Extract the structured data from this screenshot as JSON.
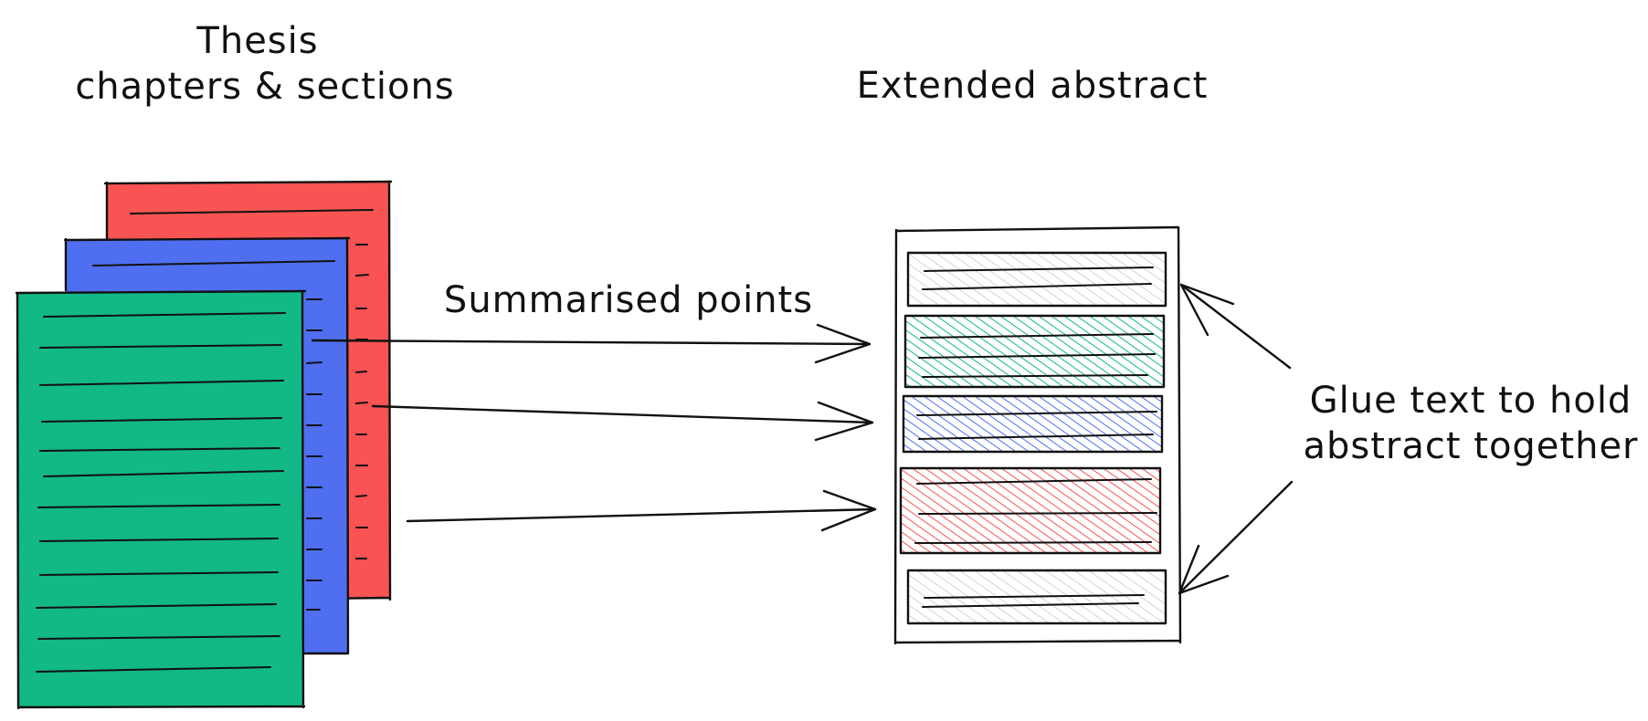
{
  "labels": {
    "thesis_line1": "Thesis",
    "thesis_line2": "chapters & sections",
    "extended_abstract": "Extended abstract",
    "summarised_points": "Summarised points",
    "glue_line1": "Glue text to hold",
    "glue_line2": "abstract together"
  },
  "colors": {
    "red": "#f95353",
    "blue": "#4f6ff0",
    "green": "#12b886",
    "grey": "#cfd4dc",
    "ink": "#111111"
  },
  "abstract_blocks": [
    {
      "name": "glue-block-top",
      "color": "grey"
    },
    {
      "name": "summary-block-green",
      "color": "green"
    },
    {
      "name": "summary-block-blue",
      "color": "blue"
    },
    {
      "name": "summary-block-red",
      "color": "red"
    },
    {
      "name": "glue-block-bottom",
      "color": "grey"
    }
  ]
}
